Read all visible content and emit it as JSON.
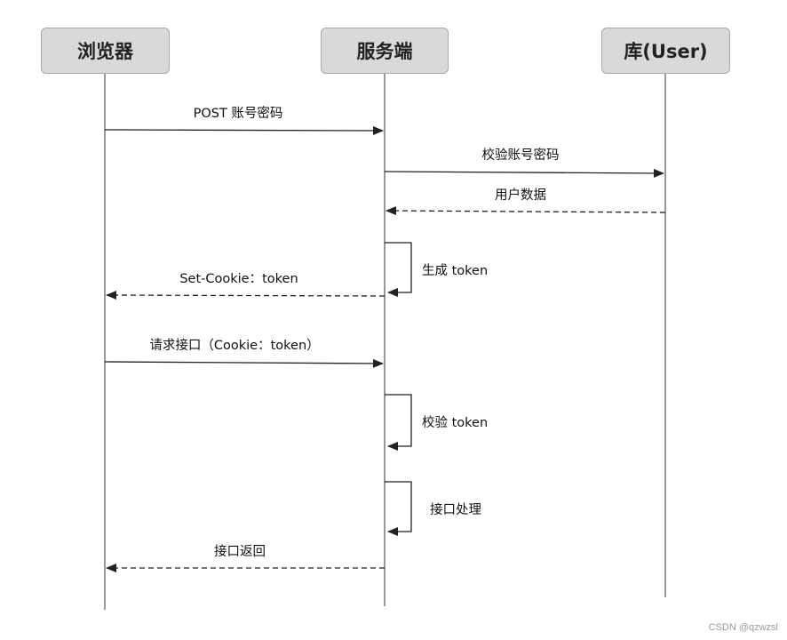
{
  "actors": {
    "browser": "浏览器",
    "server": "服务端",
    "database": "库(User)"
  },
  "messages": {
    "post_credentials": "POST 账号密码",
    "verify_credentials": "校验账号密码",
    "user_data": "用户数据",
    "generate_token": "生成 token",
    "set_cookie": "Set-Cookie：token",
    "request_api": "请求接口（Cookie：token）",
    "verify_token": "校验 token",
    "handle_request": "接口处理",
    "api_response": "接口返回"
  },
  "watermark": "CSDN @qzwzsl",
  "colors": {
    "box_fill": "#d9d9d9",
    "box_border": "#a8a8a8",
    "line": "#333333"
  }
}
